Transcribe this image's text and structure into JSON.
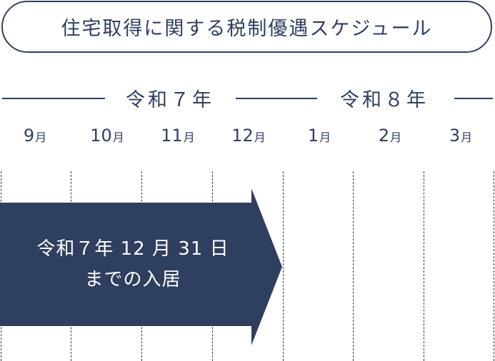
{
  "title": "住宅取得に関する税制優遇スケジュール",
  "years": [
    "令和７年",
    "令和８年"
  ],
  "months": [
    {
      "num": "9",
      "unit": "月"
    },
    {
      "num": "10",
      "unit": "月"
    },
    {
      "num": "11",
      "unit": "月"
    },
    {
      "num": "12",
      "unit": "月"
    },
    {
      "num": "1",
      "unit": "月"
    },
    {
      "num": "2",
      "unit": "月"
    },
    {
      "num": "3",
      "unit": "月"
    }
  ],
  "period_bar": {
    "line1": "令和７年 12 月 31 日",
    "line2": "までの入居"
  },
  "colors": {
    "navy": "#2f3f5f",
    "background": "#ffffff"
  }
}
